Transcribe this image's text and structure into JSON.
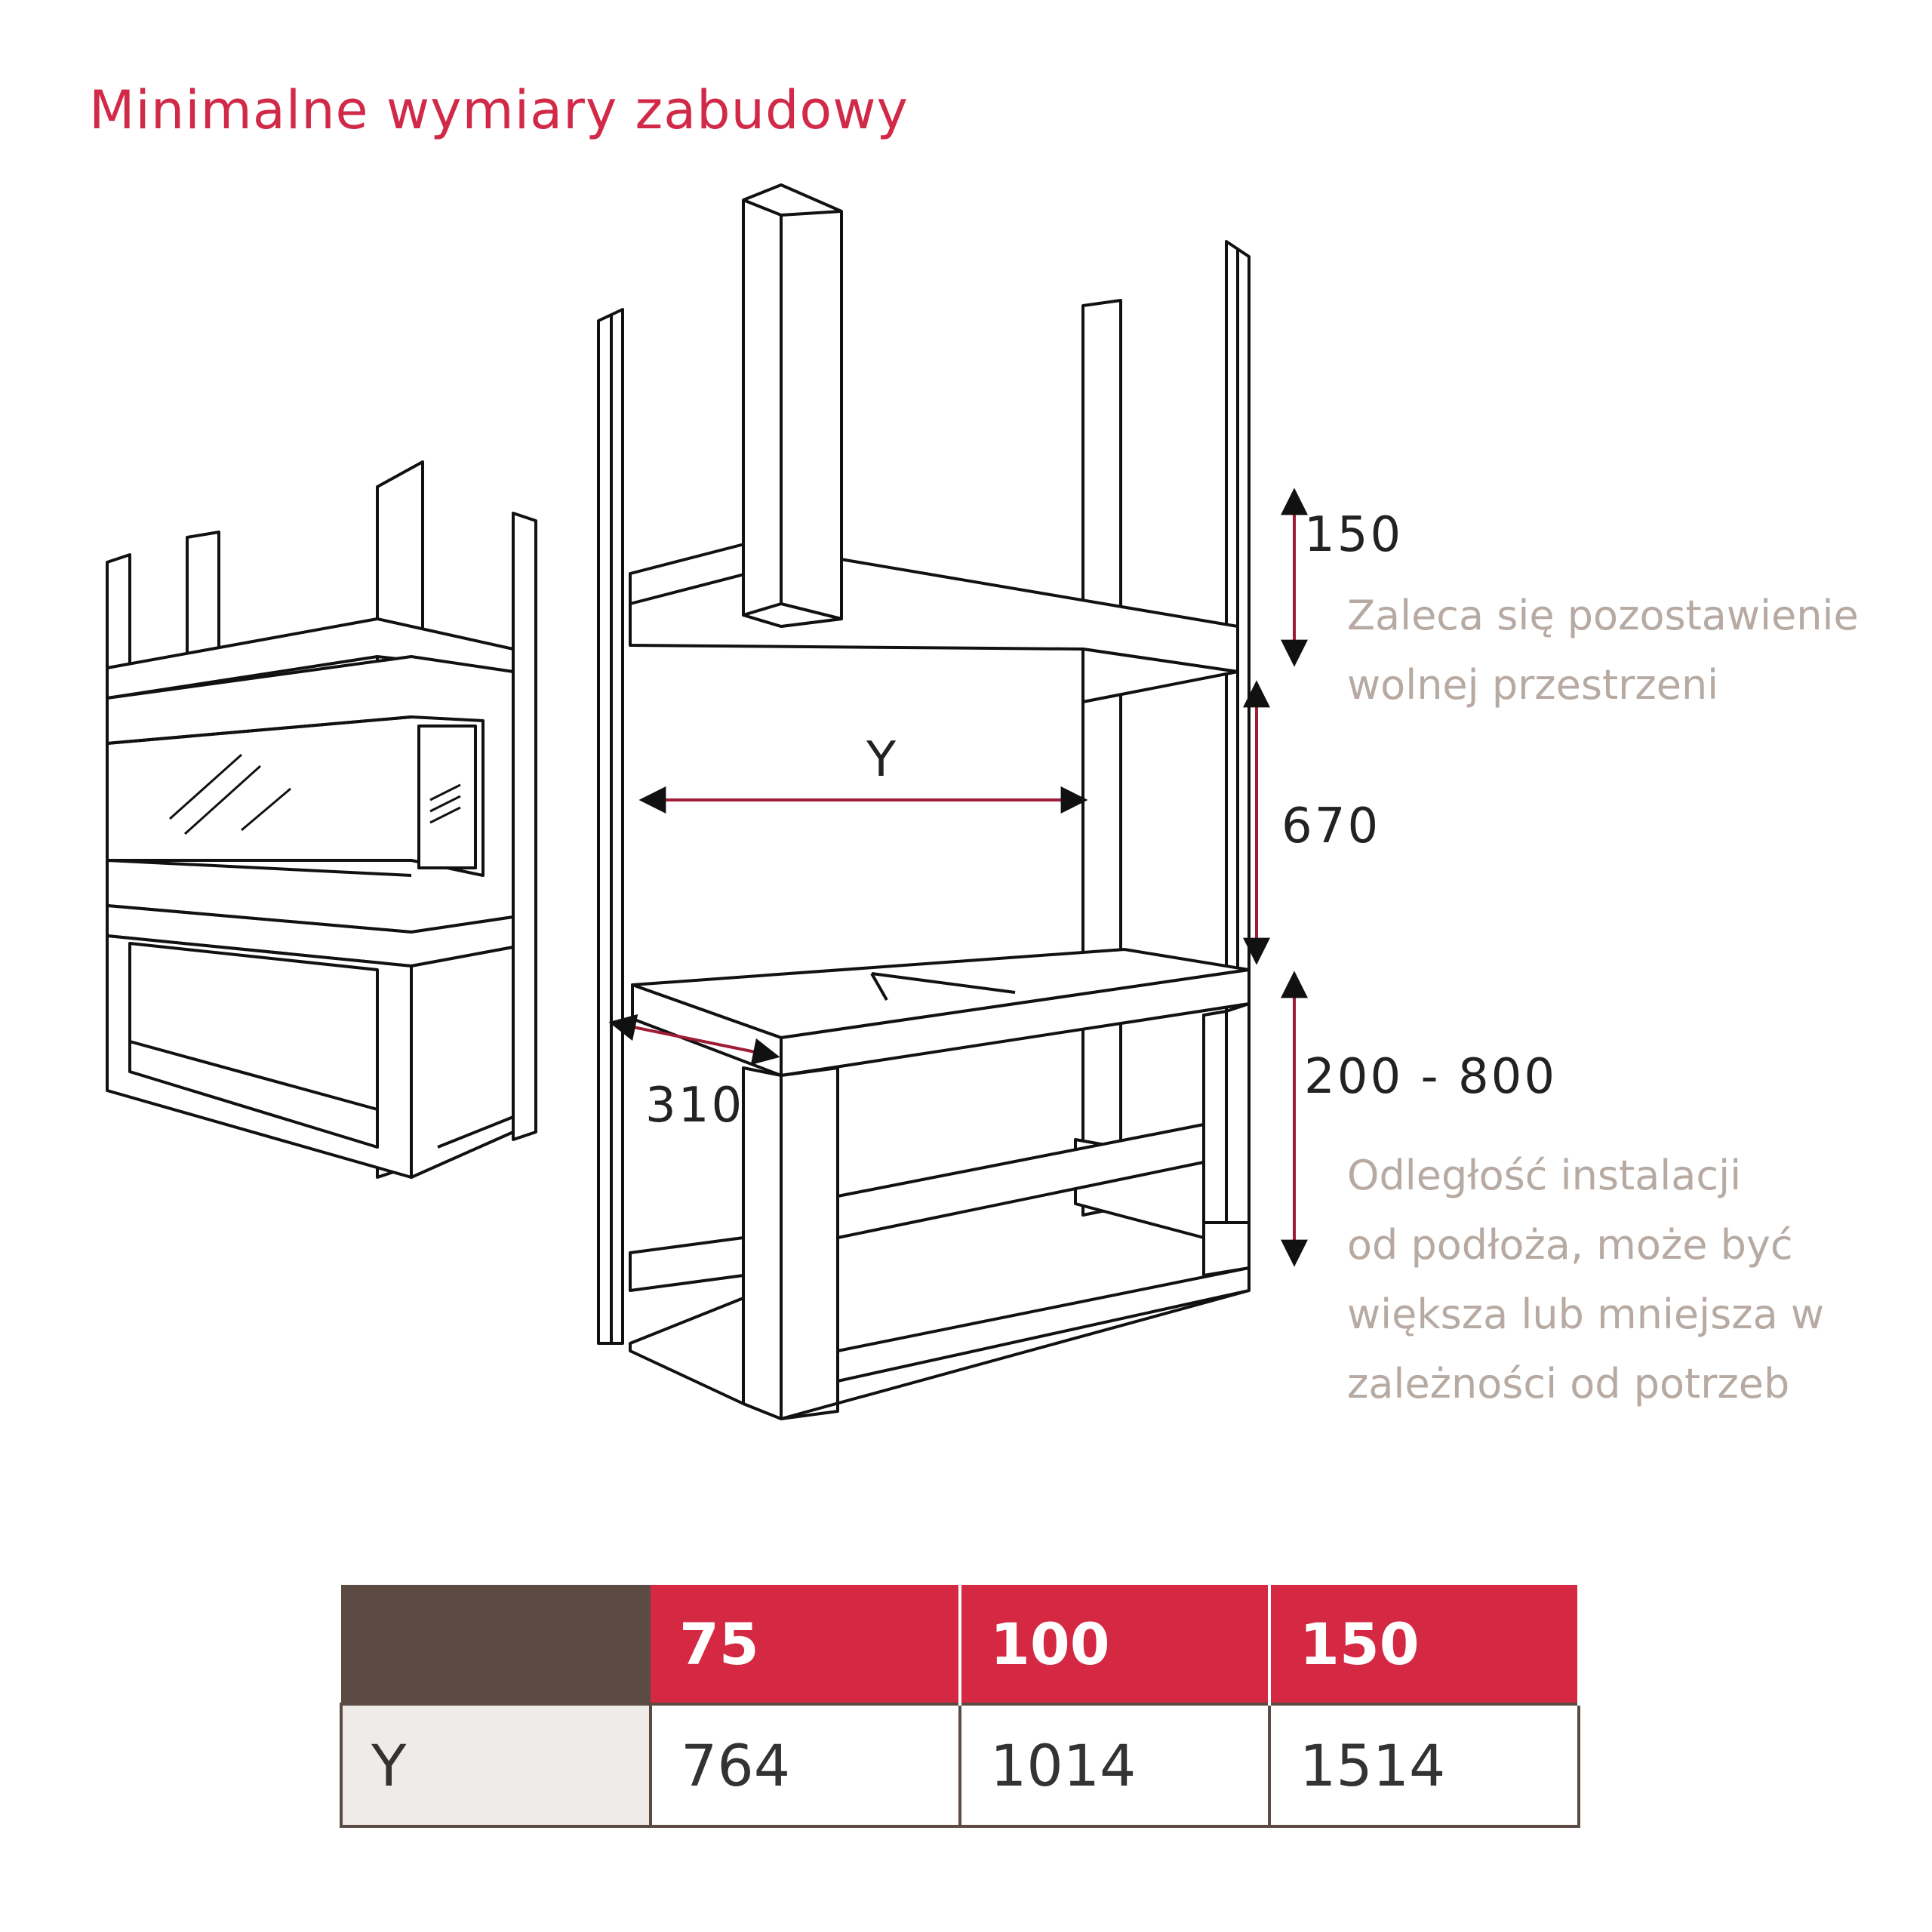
{
  "title": "Minimalne wymiary zabudowy",
  "dimensions": {
    "top_gap": "150",
    "chamber_height": "670",
    "width_label": "Y",
    "depth": "310",
    "install_height": "200 - 800"
  },
  "notes": {
    "top_gap_lines": [
      "Zaleca się pozostawienie",
      "wolnej przestrzeni"
    ],
    "install_lines": [
      "Odległość instalacji",
      "od podłoża, może być",
      "większa lub mniejsza w",
      "zależności od potrzeb"
    ]
  },
  "table": {
    "corner": "",
    "headers": [
      "75",
      "100",
      "150"
    ],
    "row_label": "Y",
    "values": [
      "764",
      "1014",
      "1514"
    ]
  },
  "colors": {
    "accent": "#d12a48",
    "table_header": "#d52842",
    "table_corner": "#5b4b43",
    "dimension_line": "#9e1c34",
    "note_text": "#b6aaa2"
  }
}
